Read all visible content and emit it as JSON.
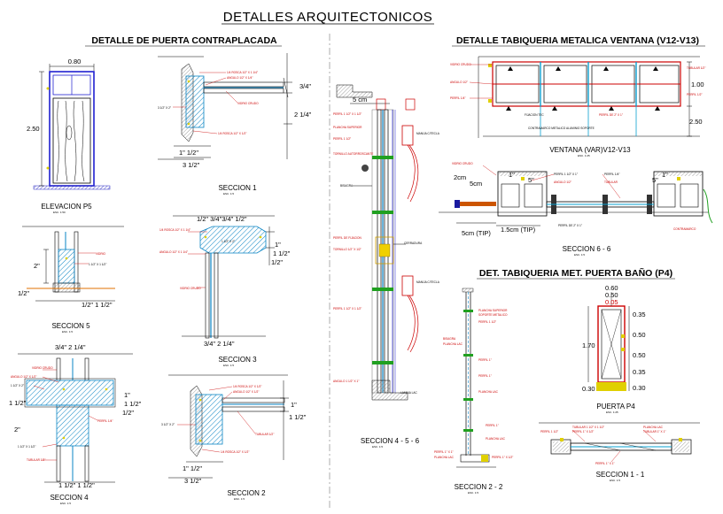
{
  "title": "DETALLES ARQUITECTONICOS",
  "puerta": {
    "heading": "DETALLE DE PUERTA CONTRAPLACADA",
    "elevacion": {
      "caption": "ELEVACION P5",
      "scale": "ESC. 1:50",
      "w": "0.80",
      "h": "2.50"
    },
    "seccion1": {
      "caption": "SECCION 1",
      "scale": "ESC. 1:5",
      "d1": "3/4\"",
      "d2": "2 1/4\"",
      "d3": "1\" 1/2\"",
      "d4": "3 1/2\"",
      "n1": "1/4 ROSCA 1/2\" X 1 1/4\"",
      "n2": "ANGULO 1/2\" X 1/4\"",
      "n3": "VIDRIO CRUDO",
      "n4": "3 1/2\" X 2\"",
      "n5": "1/4 ROSCA 1/2\" X 1/2\""
    },
    "seccion3": {
      "caption": "SECCION 3",
      "scale": "ESC. 1:5",
      "top": "1/2\"   3/4\"3/4\" 1/2\"",
      "r1": "1\"",
      "r2": "1 1/2\"",
      "r3": "1/2\"",
      "bot": "3/4\" 2 1/4\"",
      "core": "1 1/2\" X 2\"",
      "n1": "1/4 ROSCA 1/2\" X 1 1/4\"",
      "n2": "ANGULO 1/2\" X 1 1/4\"",
      "n3": "VIDRIO CRUDO"
    },
    "seccion5": {
      "caption": "SECCION 5",
      "scale": "ESC. 1:5",
      "d1": "2\"",
      "d2": "1/2\"",
      "d3": "1/2\"  1 1/2\"",
      "n1": "VIDRIO",
      "n2": "1 1/2\" X 1 1/2\""
    },
    "seccion4": {
      "caption": "SECCION 4",
      "scale": "ESC. 1:5",
      "top": "3/4\" 2 1/4\"",
      "l1": "1 1/2\"",
      "l2": "2\"",
      "r1": "1\"",
      "r2": "1 1/2\"",
      "r3": "1/2\"",
      "bot": "1 1/2\"  1 1/2\"",
      "n1": "VIDRIO CRUDO",
      "n2": "ANGULO 1/2\" X 1/2\"",
      "n3": "1 1/2\" X 2\"",
      "n4": "PERFIL 1/4\"",
      "n5": "1 1/2\" X 1 1/2\"",
      "n6": "TUBULAR 1/2\""
    },
    "seccion2": {
      "caption": "SECCION 2",
      "scale": "ESC. 1:5",
      "d1": "1\"",
      "d2": "1 1/2\"",
      "d3": "1\" 1/2\"",
      "d4": "3 1/2\"",
      "n1": "1/4 ROSCA 1/2\" X 1/2\"",
      "n2": "ANGULO 1/2\" X 1/2\"",
      "n3": "3 1/2\" X 2\"",
      "n4": "TUBULAR 1/2\"",
      "n5": "1/4 ROSCA 1/2\" X 1/2\""
    }
  },
  "seccion456": {
    "caption": "SECCION 4 - 5 - 6",
    "scale": "ESC. 1:5",
    "dim": "5 cm",
    "left": [
      "PERFIL 1 1/2\" X 1 1/2\"",
      "PLANCHA SUPERIOR",
      "PERFIL 1 1/2\"",
      "TORNILLO AUTORROSCANTE",
      "BISAGRA",
      "PERFIL DE FIJACION",
      "TORNILLO 1/2\" X 1/2\"",
      "PERFIL 1 1/2\" X 1 1/2\"",
      "ANGULO 1 1/2\" X 1\""
    ],
    "right": [
      "MANIJA C/TECLA",
      "MANIJA C/TECLA",
      "CERRADURA",
      "LAMINA LAC"
    ]
  },
  "ventana": {
    "heading": "DETALLE TABIQUERIA METALICA VENTANA (V12-V13)",
    "caption": "VENTANA (VAR)V12-V13",
    "scale": "ESC. 1:25",
    "d1": "1.00",
    "d2": "2.50",
    "n1": "VIDRIO CRUDO",
    "n2": "ANGULO 1/2\"",
    "n3": "PERFIL 1/4\"",
    "n4": "TUBULAR 1/2\"",
    "n5": "PERFIL 1/2\"",
    "n6": "FIJACION TEC",
    "n7": "PERFIL DE 2\" X 1\"",
    "n8": "CONTRAMARCO METALICO ALUMINIO SOPORTE"
  },
  "seccion66": {
    "caption": "SECCION 6 - 6",
    "scale": "ESC. 1:5",
    "d1": "2cm",
    "d2": "5cm",
    "d3": "1\"",
    "d4": "5\"",
    "d5": "1\"",
    "d6": "5\"",
    "d7": "1.5cm (TIP)",
    "d8": "5cm (TIP)",
    "n1": "VIDRIO CRUDO",
    "n2": "PERFIL 1 1/2\" X 1\"",
    "n3": "ANGULO 1/2\"",
    "n4": "PERFIL 1/4\"",
    "n5": "TUBULAR",
    "n6": "PERFIL DE 2\" X 1\"",
    "n7": "CONTRAMARCO"
  },
  "bano": {
    "heading": "DET. TABIQUERIA MET. PUERTA BAÑO (P4)",
    "puerta": {
      "caption": "PUERTA P4",
      "scale": "ESC. 1:25",
      "top": [
        "0.60",
        "0.50",
        "0.05"
      ],
      "h": "1.70",
      "b": "0.30",
      "rows": [
        "0.35",
        "0.50",
        "0.50",
        "0.35",
        "0.30"
      ]
    },
    "seccion22": {
      "caption": "SECCION 2 - 2",
      "scale": "ESC. 1:5",
      "n": [
        "PLANCHA SUPERIOR",
        "SOPORTE METALICO",
        "PERFIL 1 1/2\"",
        "BISAGRA",
        "PLANCHA LAC",
        "PERFIL 1\"",
        "PERFIL 1\"",
        "PLANCHA LAC",
        "PERFIL 1\"",
        "PLANCHA LAC",
        "PERFIL 1\" X 1\"",
        "PERFIL 1\" X 1/2\"",
        "PLANCHA LAC"
      ]
    },
    "seccion11": {
      "caption": "SECCION 1 - 1",
      "scale": "ESC. 1:5",
      "n": [
        "PERFIL 1 1/2\"",
        "TUBULAR 1 1/2\" X 1 1/2\"",
        "PERFIL 1\" X 1/2\"",
        "PLANCHA LAC",
        "TUBULAR 1\" X 1\"",
        "PERFIL 1\" X 1\""
      ]
    }
  }
}
